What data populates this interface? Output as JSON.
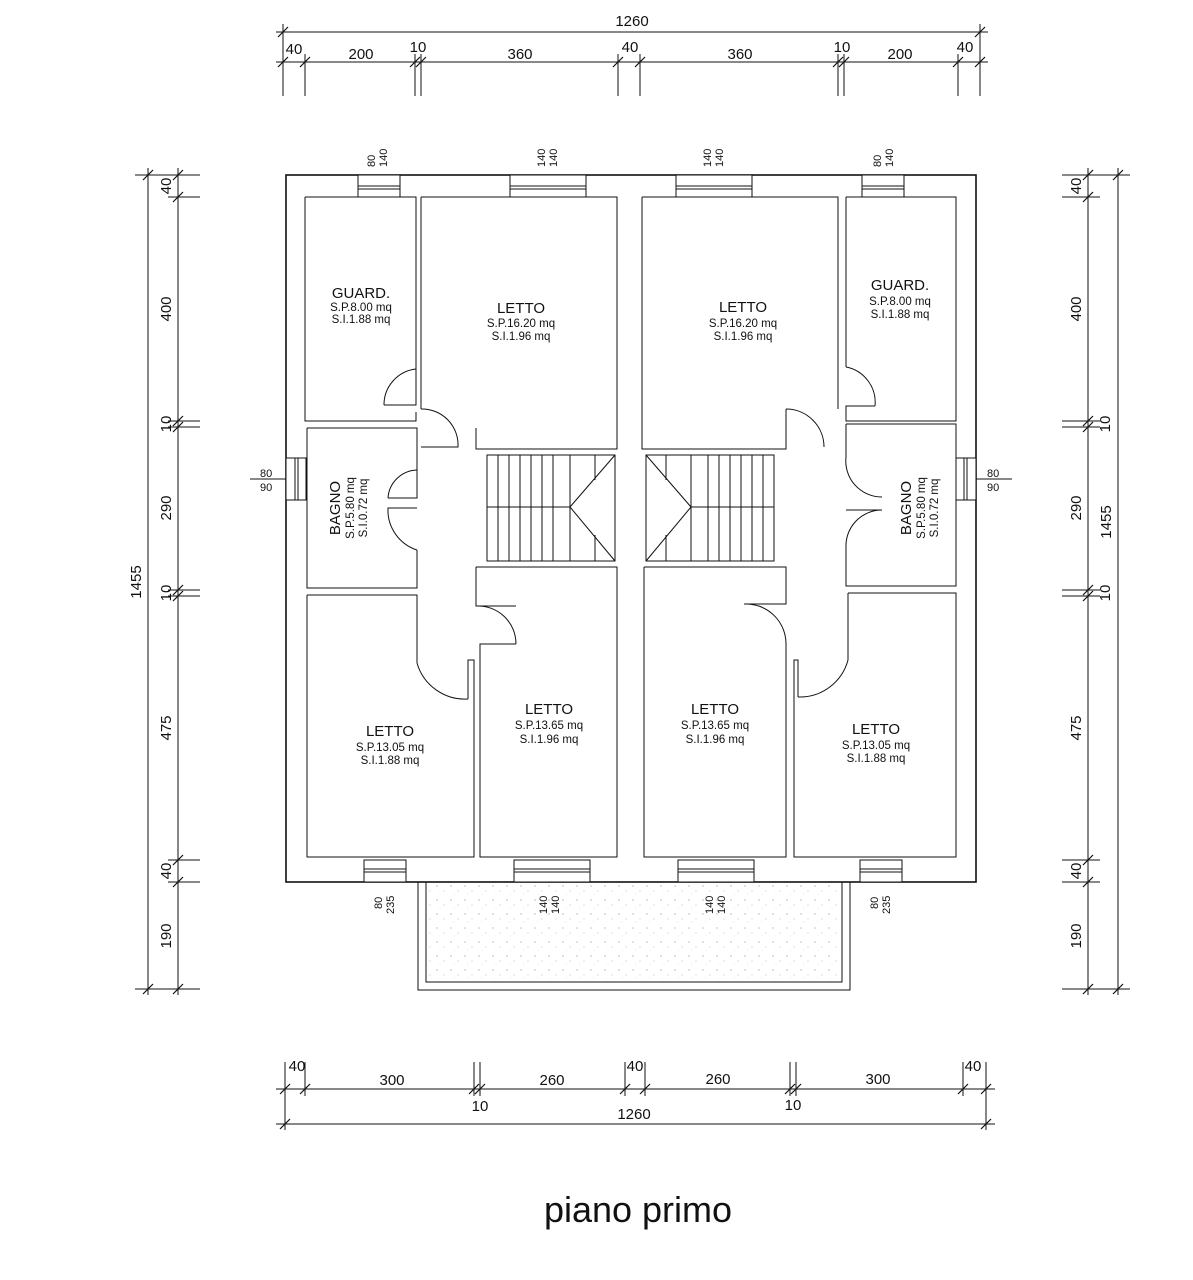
{
  "title": "piano primo",
  "dimensions": {
    "top_total": "1260",
    "top_segments": [
      "40",
      "200",
      "10",
      "360",
      "40",
      "360",
      "10",
      "200",
      "40"
    ],
    "bottom_total": "1260",
    "bottom_segments_upper": [
      "40",
      "300",
      "260",
      "40",
      "260",
      "300",
      "40"
    ],
    "bottom_segments_lower": [
      "10",
      "10"
    ],
    "left_total": "1455",
    "left_segments": [
      "40",
      "400",
      "10",
      "290",
      "10",
      "475",
      "40",
      "190"
    ],
    "right_total": "1455",
    "right_segments": [
      "40",
      "400",
      "10",
      "290",
      "10",
      "475",
      "40",
      "190"
    ]
  },
  "windows": {
    "top": [
      {
        "w": "80",
        "h": "140"
      },
      {
        "w": "140",
        "h": "140"
      },
      {
        "w": "140",
        "h": "140"
      },
      {
        "w": "80",
        "h": "140"
      }
    ],
    "bottom": [
      {
        "w": "80",
        "h": "235"
      },
      {
        "w": "140",
        "h": "140"
      },
      {
        "w": "140",
        "h": "140"
      },
      {
        "w": "80",
        "h": "235"
      }
    ],
    "left": {
      "w": "80",
      "h": "90"
    },
    "right": {
      "w": "80",
      "h": "90"
    }
  },
  "rooms": [
    {
      "name": "GUARD.",
      "sp": "S.P.8.00 mq",
      "si": "S.I.1.88 mq"
    },
    {
      "name": "LETTO",
      "sp": "S.P.16.20 mq",
      "si": "S.I.1.96 mq"
    },
    {
      "name": "LETTO",
      "sp": "S.P.16.20 mq",
      "si": "S.I.1.96 mq"
    },
    {
      "name": "GUARD.",
      "sp": "S.P.8.00 mq",
      "si": "S.I.1.88 mq"
    },
    {
      "name": "BAGNO",
      "sp": "S.P.5.80 mq",
      "si": "S.I.0.72 mq"
    },
    {
      "name": "BAGNO",
      "sp": "S.P.5.80 mq",
      "si": "S.I.0.72 mq"
    },
    {
      "name": "LETTO",
      "sp": "S.P.13.05 mq",
      "si": "S.I.1.88 mq"
    },
    {
      "name": "LETTO",
      "sp": "S.P.13.65 mq",
      "si": "S.I.1.96 mq"
    },
    {
      "name": "LETTO",
      "sp": "S.P.13.65 mq",
      "si": "S.I.1.96 mq"
    },
    {
      "name": "LETTO",
      "sp": "S.P.13.05 mq",
      "si": "S.I.1.88 mq"
    }
  ]
}
